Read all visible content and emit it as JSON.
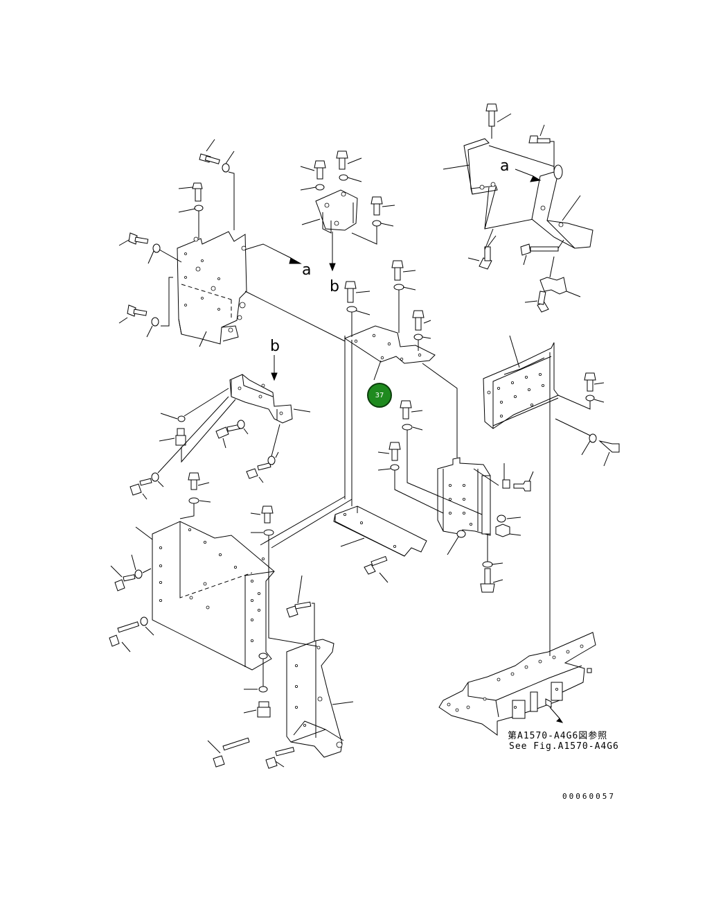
{
  "diagram": {
    "view_labels": [
      "a",
      "a",
      "b",
      "b"
    ],
    "callout": {
      "number": "37",
      "color": "#1f8a1f"
    },
    "reference_jp": "第A1570-A4G6図参照",
    "reference_en": "See Fig.A1570-A4G6",
    "drawing_number": "00060057"
  }
}
